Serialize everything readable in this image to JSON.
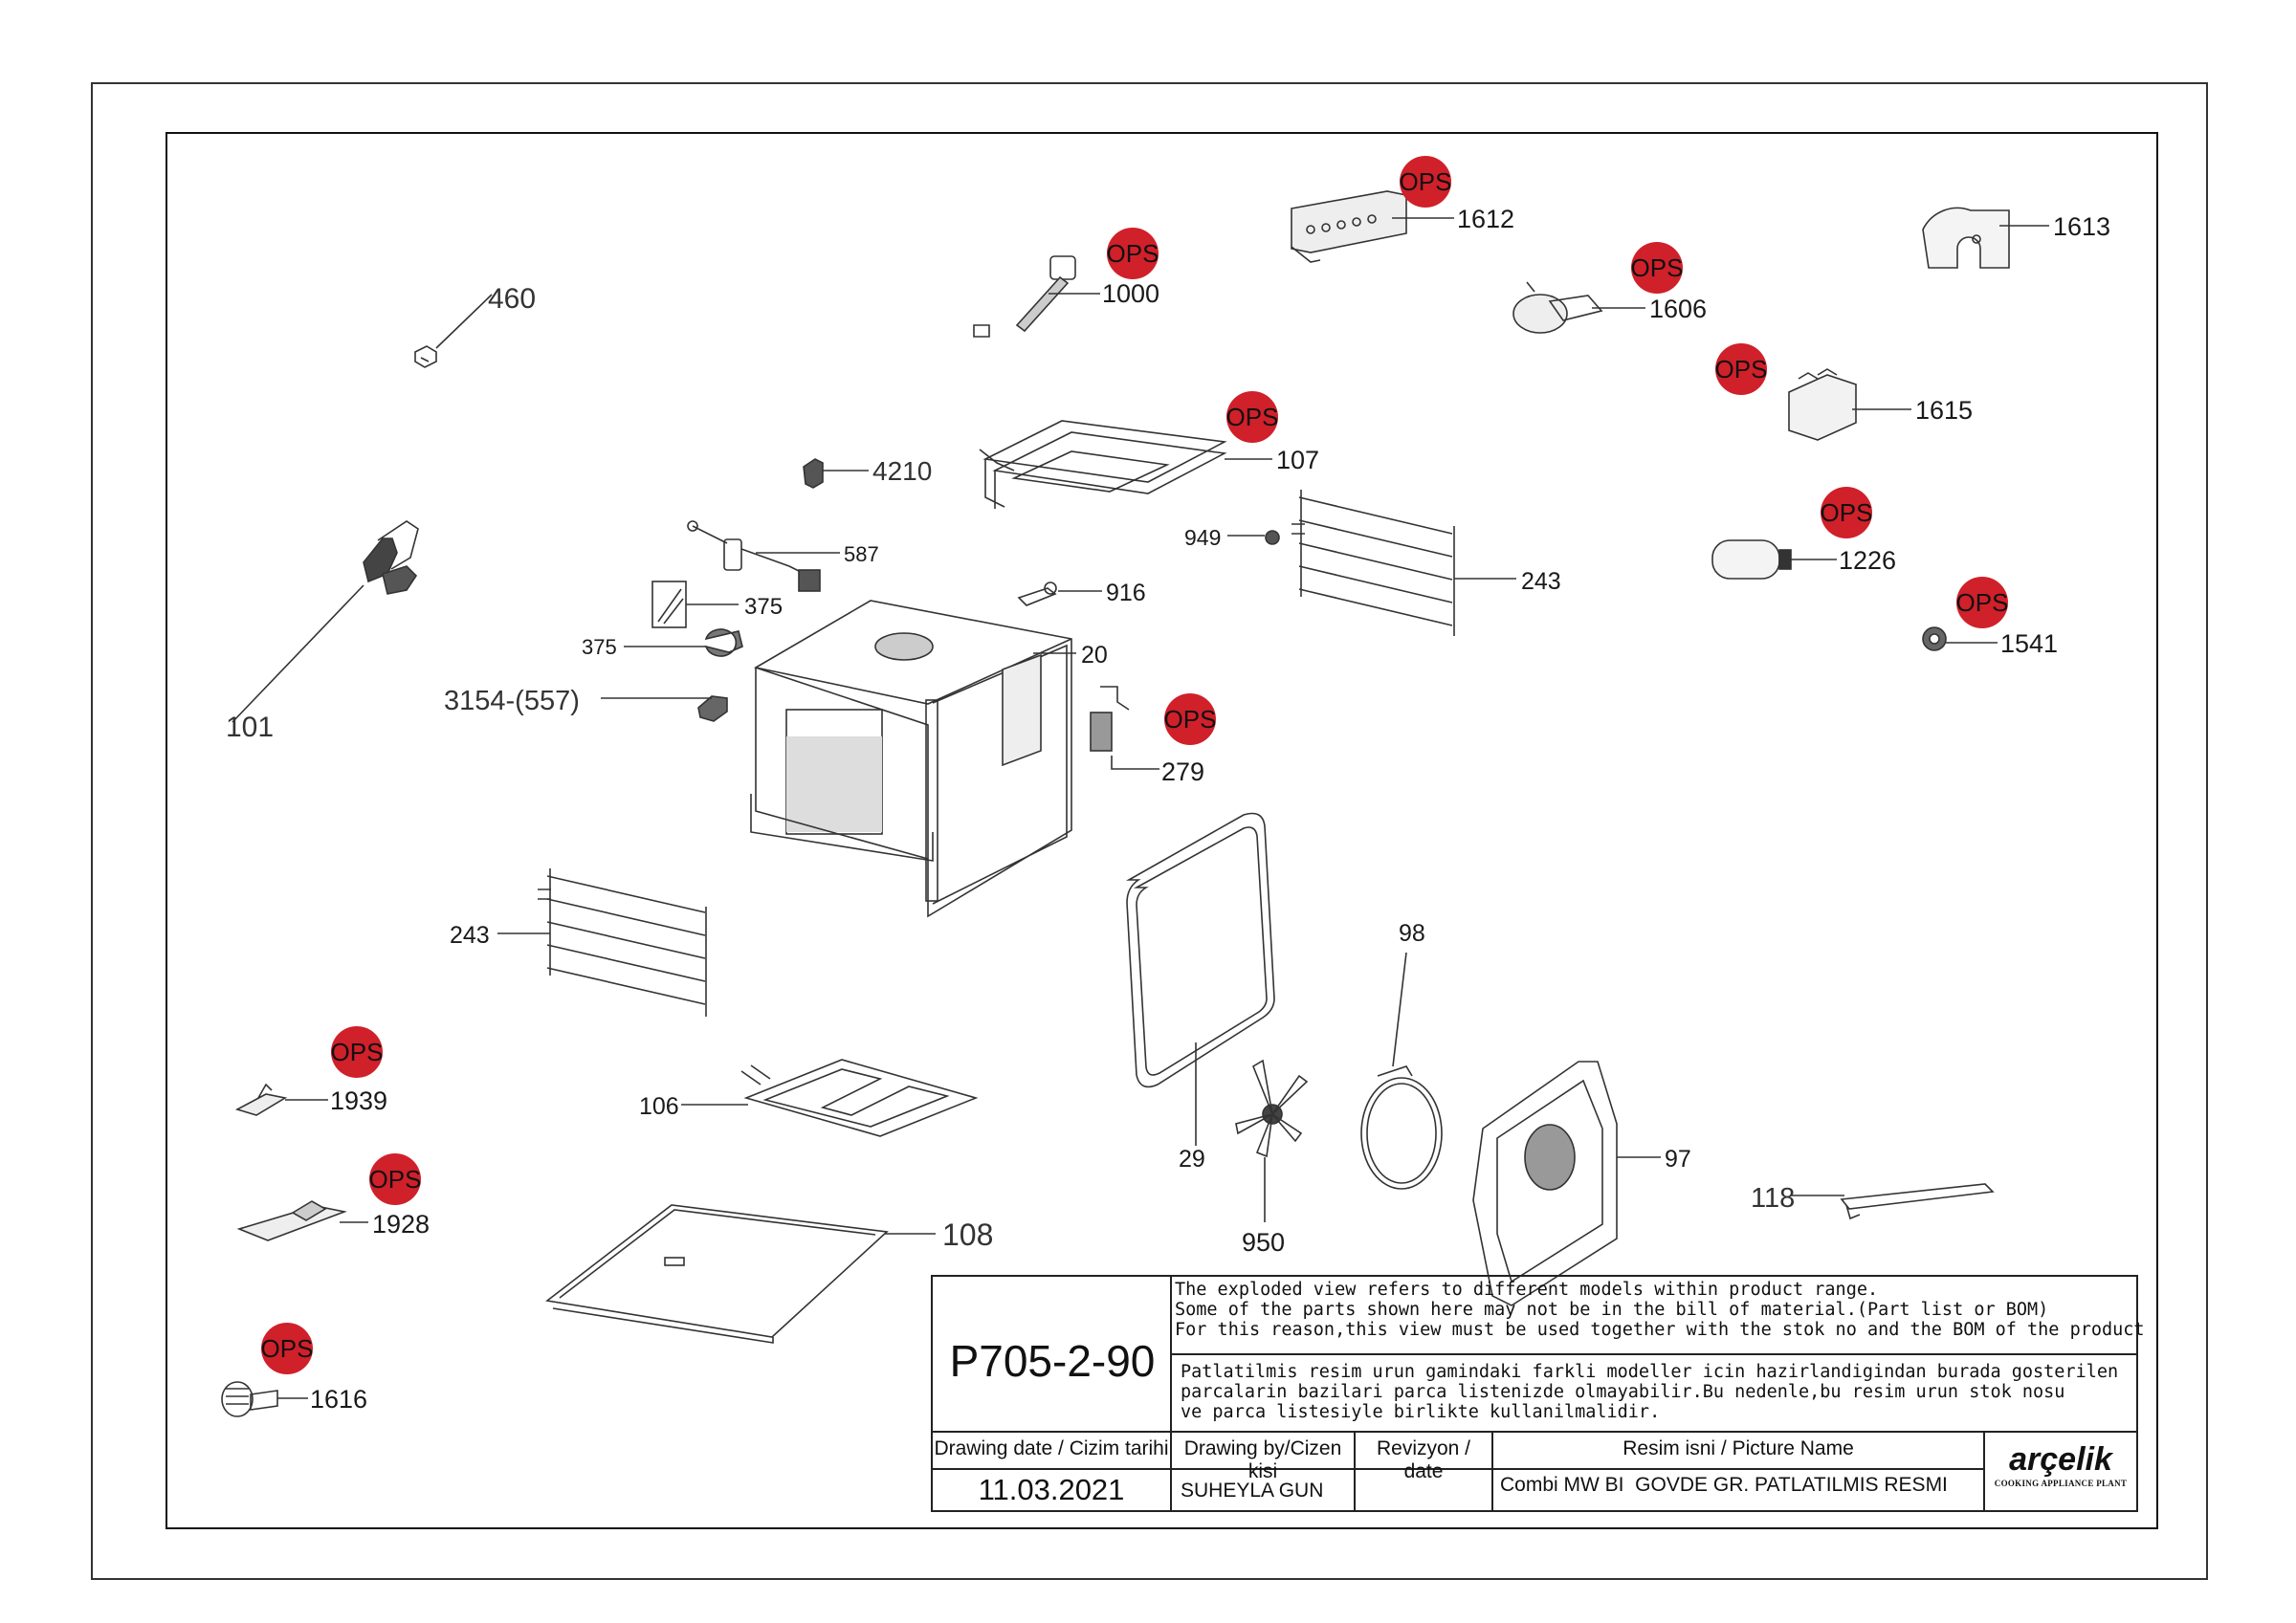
{
  "callouts": {
    "p460": "460",
    "p101": "101",
    "p4210": "4210",
    "p587": "587",
    "p375a": "375",
    "p375b": "375",
    "p3154": "3154-(557)",
    "p916": "916",
    "p20": "20",
    "p279": "279",
    "p1000": "1000",
    "p107": "107",
    "p949": "949",
    "p243a": "243",
    "p243b": "243",
    "p1612": "1612",
    "p1613": "1613",
    "p1606": "1606",
    "p1615": "1615",
    "p1226": "1226",
    "p1541": "1541",
    "p106": "106",
    "p108": "108",
    "p29": "29",
    "p98": "98",
    "p950": "950",
    "p97": "97",
    "p118": "118",
    "p1939": "1939",
    "p1928": "1928",
    "p1616": "1616"
  },
  "ops_label": "OPS",
  "ops_color": "#d0202a",
  "title_block": {
    "drawing_no": "P705-2-90",
    "notes_en": [
      "The exploded view refers to different models within product range.",
      "Some of the parts shown here may not be in the bill of material.(Part list or BOM)",
      "For this reason,this view must be used together with the stok no and the BOM of the product"
    ],
    "notes_tr": [
      "Patlatilmis resim urun gamindaki farkli modeller icin hazirlandigindan burada gosterilen",
      "parcalarin bazilari parca listenizde olmayabilir.Bu nedenle,bu resim urun stok nosu",
      "ve parca listesiyle birlikte kullanilmalidir."
    ],
    "date_label": "Drawing date / Cizim tarihi",
    "date_value": "11.03.2021",
    "by_label": "Drawing by/Cizen kisi",
    "by_value": "SUHEYLA GUN",
    "rev_label": "Revizyon / date",
    "rev_value": "",
    "picture_label": "Resim isni / Picture Name",
    "picture_value": "Combi MW BI  GOVDE GR. PATLATILMIS RESMI",
    "logo_text": "arçelik",
    "logo_sub": "COOKING APPLIANCE PLANT"
  }
}
